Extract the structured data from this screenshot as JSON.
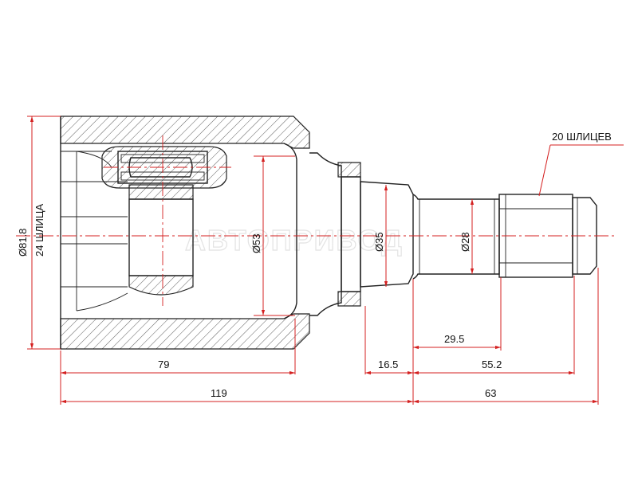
{
  "watermark": "АВТОПРИВОД",
  "dimensions": {
    "outer_diameter": "Ø81.8",
    "housing_splines": "24 ШЛИЦА",
    "bore_diameter": "Ø53",
    "collar_diameter": "Ø35",
    "shaft_diameter": "Ø28",
    "shaft_splines": "20 ШЛИЦЕВ",
    "housing_length": "79",
    "collar_length": "16.5",
    "shaft_length": "29.5",
    "stub_length": "55.2",
    "total_housing": "119",
    "total_stub": "63"
  },
  "colors": {
    "dimension_lines": "#d42020",
    "outline": "#222222",
    "watermark": "#e3e3e3"
  }
}
